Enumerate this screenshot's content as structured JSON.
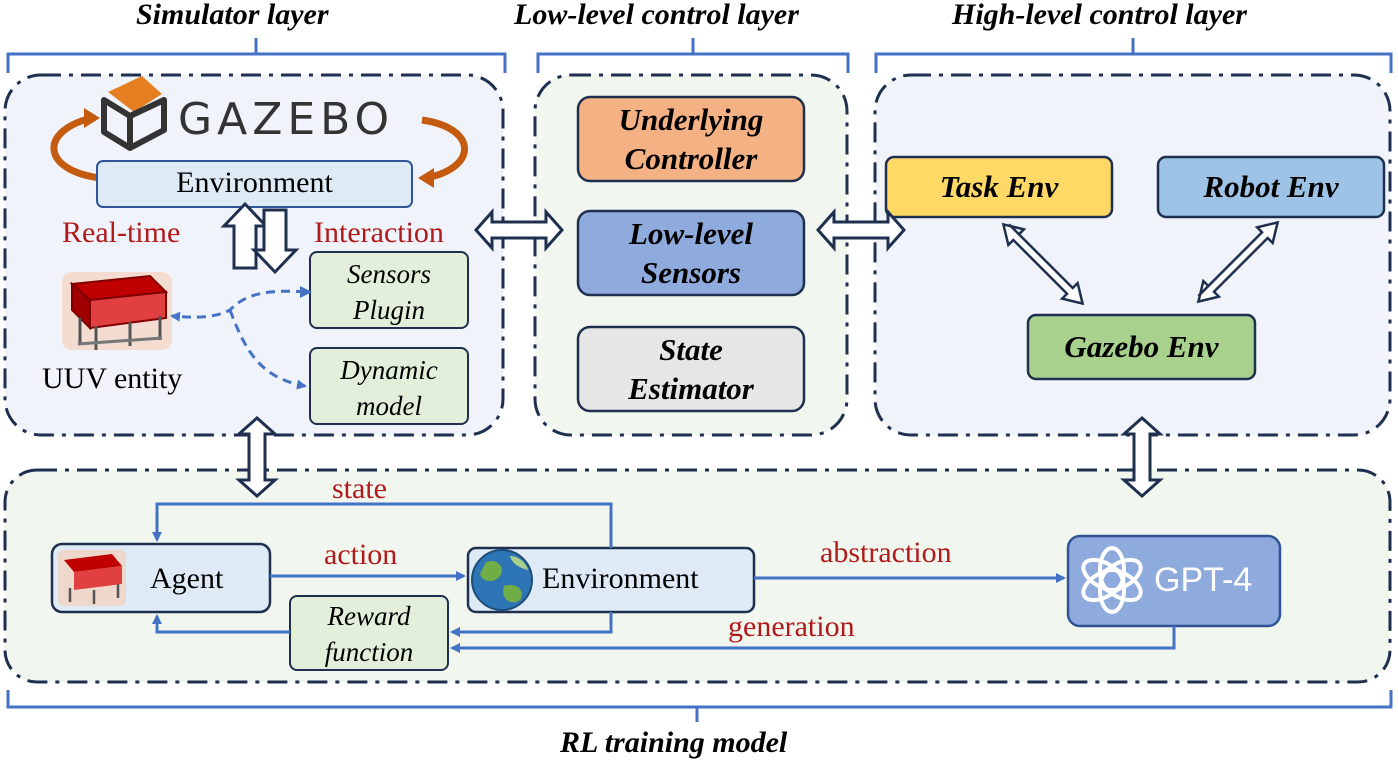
{
  "layers": {
    "simulator": "Simulator layer",
    "low_level": "Low-level control layer",
    "high_level": "High-level control layer",
    "rl": "RL training model"
  },
  "simulator": {
    "logo_text": "GAZEBO",
    "environment": "Environment",
    "realtime": "Real-time",
    "interaction": "Interaction",
    "sensors_plugin": [
      "Sensors",
      "Plugin"
    ],
    "dynamic_model": [
      "Dynamic",
      "model"
    ],
    "uuv_entity": "UUV entity"
  },
  "low_level": {
    "underlying_controller": [
      "Underlying",
      "Controller"
    ],
    "low_level_sensors": [
      "Low-level",
      "Sensors"
    ],
    "state_estimator": [
      "State",
      "Estimator"
    ]
  },
  "high_level": {
    "task_env": "Task Env",
    "robot_env": "Robot Env",
    "gazebo_env": "Gazebo Env"
  },
  "rl": {
    "agent": "Agent",
    "environment": "Environment",
    "reward_function": [
      "Reward",
      "function"
    ],
    "gpt4": "GPT-4",
    "state": "state",
    "action": "action",
    "abstraction": "abstraction",
    "generation": "generation"
  },
  "colors": {
    "panel_blue": "#f0f4fa",
    "panel_green": "#f1f6ee",
    "dashed_border": "#1f2f4f",
    "bracket": "#4472c4",
    "arrow_blue": "#4472c4",
    "orange_box": "#f4b183",
    "blue_box": "#8faadc",
    "gray_box": "#e7e6e6",
    "yellow_box": "#ffd966",
    "lightblue_box": "#9dc3e6",
    "green_box": "#a9d18e",
    "label_red": "#b01a1a",
    "gazebo_orange": "#e67e22"
  }
}
